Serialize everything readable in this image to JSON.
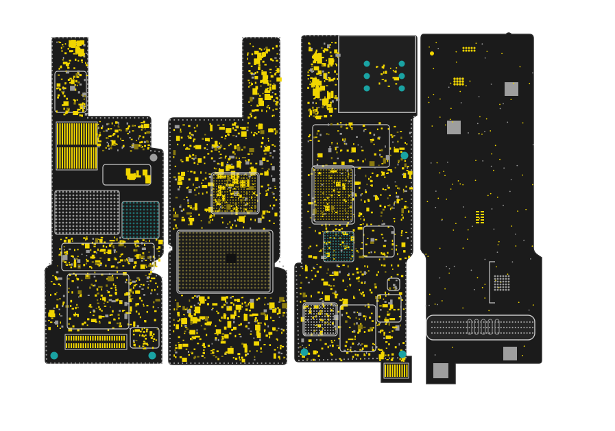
{
  "colors": {
    "background": "#ffffff",
    "board": "#1b1b1b",
    "board_edge": "#2a2a2a",
    "copper": "#f2d600",
    "copper_dim": "#8a7a10",
    "outline": "#c8c8c8",
    "via": "#9a9a9a",
    "mount_hole": "#1aa3a3",
    "pad_grey": "#9e9e9e"
  },
  "boards": [
    {
      "id": "board-1",
      "label": ""
    },
    {
      "id": "board-2",
      "label": ""
    },
    {
      "id": "board-3",
      "label": ""
    },
    {
      "id": "board-4",
      "label": ""
    }
  ]
}
